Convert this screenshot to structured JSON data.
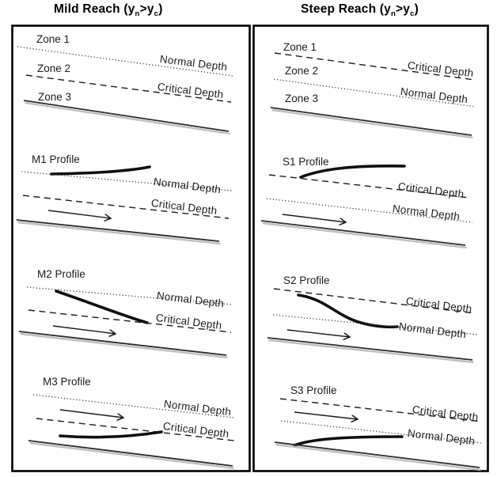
{
  "header": {
    "left": {
      "pre": "Mild Reach (y",
      "sub_n": "n",
      "mid": ">y",
      "sub_c": "c",
      "post": ")"
    },
    "right": {
      "pre": "Steep Reach (y",
      "sub_n": "n",
      "mid": ">y",
      "sub_c": "c",
      "post": ")"
    }
  },
  "labels": {
    "normal_depth": "Normal Depth",
    "critical_depth": "Critical Depth"
  },
  "panels": {
    "left": {
      "zones": [
        "Zone 1",
        "Zone 2",
        "Zone 3"
      ],
      "profiles": [
        "M1 Profile",
        "M2 Profile",
        "M3 Profile"
      ]
    },
    "right": {
      "zones": [
        "Zone 1",
        "Zone 2",
        "Zone 3"
      ],
      "profiles": [
        "S1 Profile",
        "S2 Profile",
        "S3 Profile"
      ]
    }
  },
  "line_legend": {
    "normal_depth_style": "dotted",
    "critical_depth_style": "dashed",
    "channel_bed_style": "solid",
    "water_surface_profile_style": "thick-solid",
    "flow_direction": "arrow"
  },
  "colors": {
    "ink": "#1c1c1c",
    "dotted_line": "#4a4a4a",
    "bed_line": "#2b2b2b",
    "bed_shadow": "#bfbfbf",
    "profile_curve": "#0f0f0f",
    "border": "#000000",
    "background": "#fefefe"
  }
}
